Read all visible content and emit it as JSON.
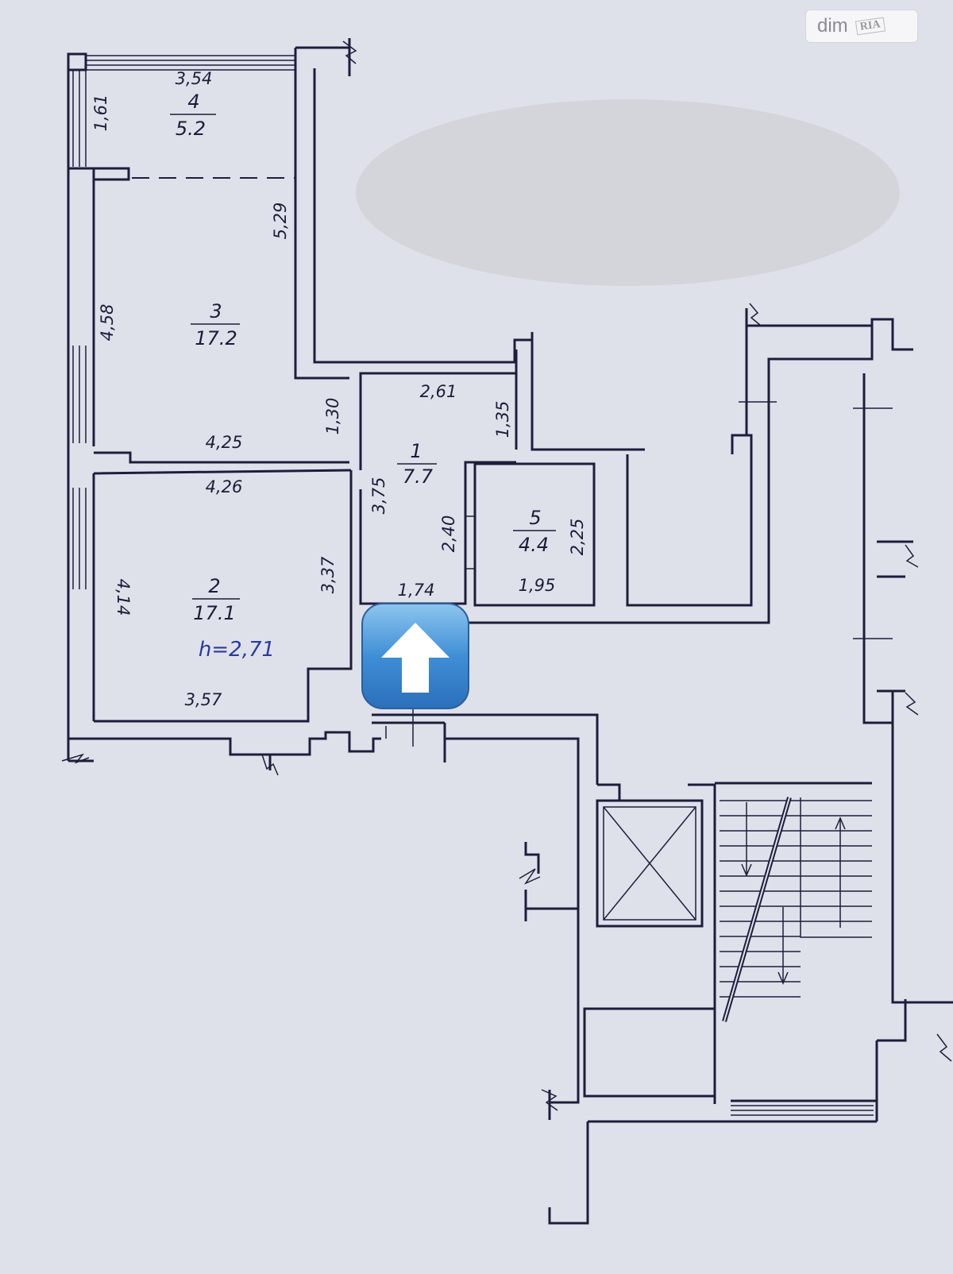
{
  "watermark": {
    "brand": "dim",
    "sub": "RIA"
  },
  "ceiling_height": "h=2,71",
  "rooms": [
    {
      "number": "1",
      "area": "7.7"
    },
    {
      "number": "2",
      "area": "17.1"
    },
    {
      "number": "3",
      "area": "17.2"
    },
    {
      "number": "4",
      "area": "5.2"
    },
    {
      "number": "5",
      "area": "4.4"
    }
  ],
  "dimensions": {
    "r4_width": "3,54",
    "r4_depth": "1,61",
    "r3_side": "5,29",
    "r3_left": "4,58",
    "r3_bottom": "4,25",
    "r2_top": "4,26",
    "r2_left": "4,14",
    "r2_right": "3,37",
    "r2_bottom": "3,57",
    "r1_top": "2,61",
    "r1_right_top": "1,35",
    "r1_left_top": "1,30",
    "r1_left": "3,75",
    "r1_right": "2,40",
    "r1_bottom": "1,74",
    "r5_side": "2,25",
    "r5_bottom": "1,95"
  },
  "icons": {
    "entrance": "up-arrow-icon",
    "elevator": "elevator-cross-icon"
  }
}
